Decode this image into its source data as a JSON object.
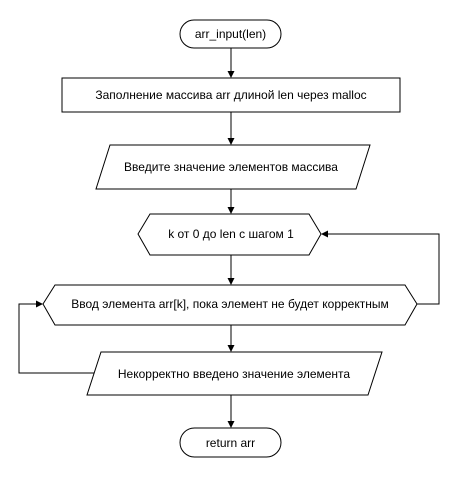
{
  "flowchart": {
    "start": {
      "label": "arr_input(len)"
    },
    "malloc_step": {
      "label": "Заполнение массива arr длиной len через malloc"
    },
    "prompt_output": {
      "label": "Введите значение элементов массива"
    },
    "loop": {
      "label": "k от 0 до len с шагом 1"
    },
    "input_element": {
      "label": "Ввод элемента arr[k], пока элемент не будет корректным"
    },
    "error_output": {
      "label": "Некорректно введено значение элемента"
    },
    "end": {
      "label": "return arr"
    }
  },
  "colors": {
    "stroke": "#000000",
    "fill": "#ffffff"
  }
}
